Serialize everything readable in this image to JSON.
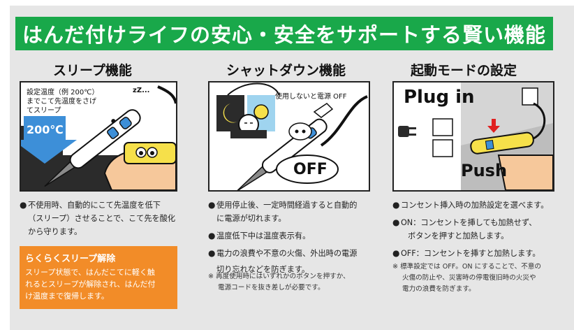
{
  "banner": {
    "title": "はんだ付けライフの安心・安全をサポートする賢い機能"
  },
  "sleep": {
    "title": "スリープ機能",
    "panel_text_1": "設定温度（例 200℃）",
    "panel_text_2": "までこて先温度をさげ",
    "panel_text_3": "てスリープ",
    "zzz": "zZ...",
    "temp_badge": "200℃",
    "bullet_1a": "不使用時、自動的にこて先温度を低下",
    "bullet_1b": "（スリープ）させることで、こて先を酸化",
    "bullet_1c": "から守ります。",
    "wake_title": "らくらくスリープ解除",
    "wake_1": "スリープ状態で、はんだこてに軽く触",
    "wake_2": "れるとスリープが解除され、はんだ付",
    "wake_3": "け温度まで復帰します。"
  },
  "shutdown": {
    "title": "シャットダウン機能",
    "panel_text": "使用しないと電源 OFF",
    "off_label": "OFF",
    "bullet_1a": "使用停止後、一定時間経過すると自動的",
    "bullet_1b": "に電源が切れます。",
    "bullet_2": "温度低下中は温度表示有。",
    "bullet_3a": "電力の浪費や不意の火傷、外出時の電源",
    "bullet_3b": "切り忘れなどを防ぎます。",
    "note_1": "※ 再度使用時にはいずれかのボタンを押すか、",
    "note_2": "電源コードを抜き差しが必要です。"
  },
  "startup": {
    "title": "起動モードの設定",
    "plug_in": "Plug in",
    "push": "Push",
    "bullet_1": "コンセント挿入時の加熱設定を選べます。",
    "bullet_2a": "ON：コンセントを挿しても加熱せず、",
    "bullet_2b": "ボタンを押すと加熱します。",
    "bullet_3": "OFF：コンセントを挿すと加熱します。",
    "note_1": "※ 標準設定では OFF。ON にすることで、不意の",
    "note_2": "火傷の防止や、災害時の停電復旧時の火災や",
    "note_3": "電力の浪費を防ぎます。"
  },
  "colors": {
    "green": "#19a84a",
    "orange": "#f28c28",
    "blue": "#3d8fd8",
    "grey_bg": "#e6e6e6",
    "red": "#e02020"
  }
}
